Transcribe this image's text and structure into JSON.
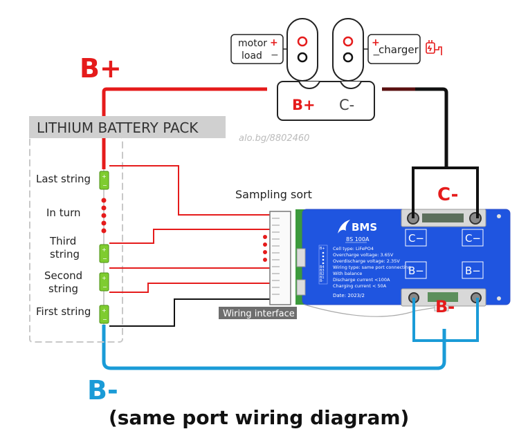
{
  "labels": {
    "b_plus": "B+",
    "b_minus": "B-",
    "c_minus_big": "C-",
    "b_minus_small": "B-",
    "caption": "(same port wiring diagram)",
    "pack_title": "LITHIUM BATTERY PACK",
    "watermark": "alo.bg/8802460",
    "sampling_sort": "Sampling sort",
    "wiring_interface": "Wiring interface"
  },
  "pack_strings": [
    {
      "id": "last",
      "lines": [
        "Last string"
      ]
    },
    {
      "id": "turn",
      "lines": [
        "In turn"
      ]
    },
    {
      "id": "third",
      "lines": [
        "Third",
        "string"
      ]
    },
    {
      "id": "second",
      "lines": [
        "Second",
        "string"
      ]
    },
    {
      "id": "first",
      "lines": [
        "First string"
      ]
    }
  ],
  "top": {
    "motor_line1": "motor",
    "motor_line2": "load",
    "charger": "charger",
    "plus": "+",
    "minus": "−",
    "box_b_plus": "B+",
    "box_c_minus": "C-"
  },
  "bms": {
    "brand": "BMS",
    "model": "8S  100A",
    "specs": [
      "Cell type:  LiFePO4",
      "Overcharge voltage: 3.65V",
      "Overdischarge voltage: 2.35V",
      "Wiring type: same port connecting",
      "With balance",
      "Discharge current <100A",
      "Charging current < 50A"
    ],
    "date": "Date:  2023/2",
    "pins": [
      "B+",
      "B4",
      "B3",
      "B2",
      "B1",
      "B-"
    ],
    "terminal_c1": "C−",
    "terminal_c2": "C−",
    "terminal_b1": "B−",
    "terminal_b2": "B−"
  },
  "colors": {
    "positive": "#e51b1b",
    "negative": "#1a9bd7",
    "charge_wire": "#111111",
    "bms_blue": "#1f55e0",
    "pack_label_bg": "#cfcfcf"
  }
}
